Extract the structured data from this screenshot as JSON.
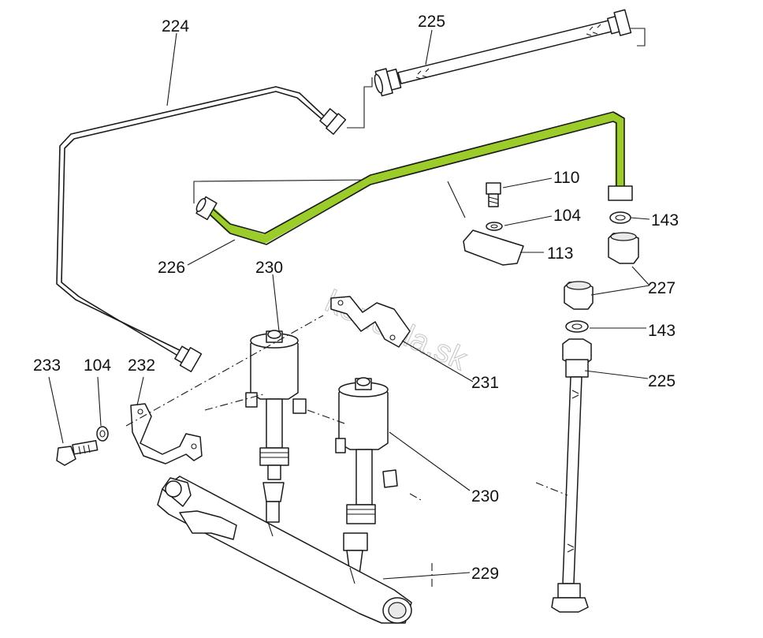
{
  "watermark": "kendula.sk",
  "highlight_color": "#9ccc2a",
  "callouts": {
    "c224": "224",
    "c225_top": "225",
    "c110": "110",
    "c104_right": "104",
    "c143_top": "143",
    "c113": "113",
    "c226": "226",
    "c230_top": "230",
    "c227": "227",
    "c143_bottom": "143",
    "c225_right": "225",
    "c231": "231",
    "c233": "233",
    "c104_left": "104",
    "c232": "232",
    "c230_bottom": "230",
    "c229": "229"
  }
}
